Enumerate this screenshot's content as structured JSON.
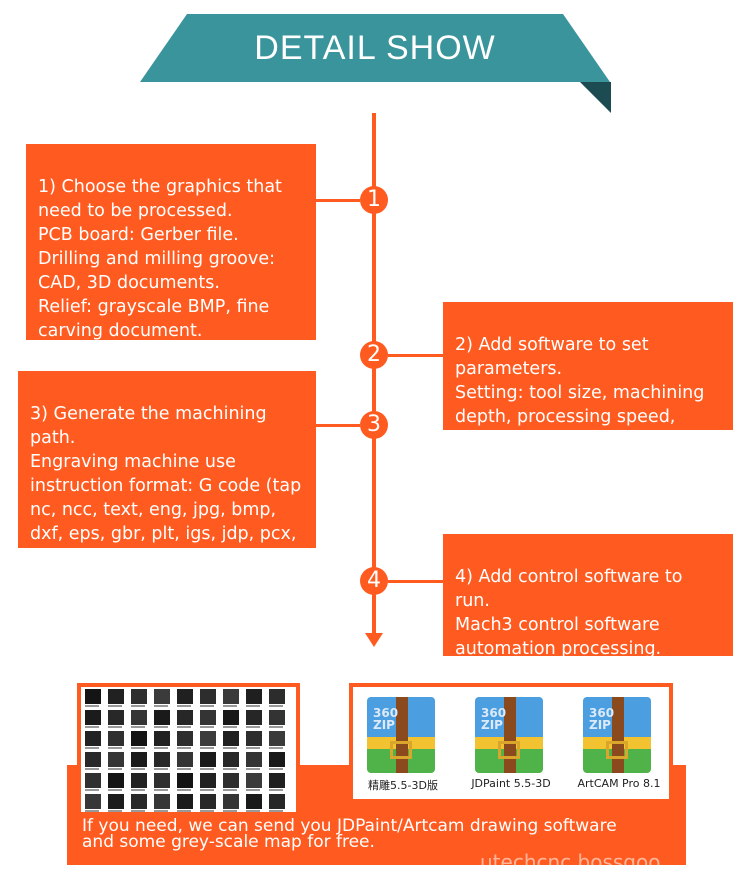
{
  "header": {
    "title": "DETAIL SHOW"
  },
  "colors": {
    "accent": "#ff5b20",
    "banner": "#3a949c",
    "banner_fold": "#1d4b52"
  },
  "steps": [
    {
      "number": "1",
      "text": "1) Choose the graphics that need to be processed.\nPCB board: Gerber file.\nDrilling and milling groove: CAD, 3D documents.\nRelief: grayscale BMP, fine carving document.\nHand: stereo STL file."
    },
    {
      "number": "2",
      "text": "2) Add software to set parameters.\nSetting: tool size, machining depth, processing speed, blank size, etc."
    },
    {
      "number": "3",
      "text": "3) Generate the machining path.\nEngraving machine use instruction format: G code (tap nc, ncc, text, eng, jpg, bmp, dxf, eps, gbr, plt, igs, jdp, pcx, png, stl, tif, txt, wrl, dat)"
    },
    {
      "number": "4",
      "text": "4) Add control software to run.\nMach3 control software automation processing."
    }
  ],
  "apps": [
    {
      "icon": "zip-archive-icon",
      "badge": "360\nZIP",
      "name": "精雕5.5-3D版"
    },
    {
      "icon": "zip-archive-icon",
      "badge": "360\nZIP",
      "name": "JDPaint 5.5-3D"
    },
    {
      "icon": "zip-archive-icon",
      "badge": "360\nZIP",
      "name": "ArtCAM Pro 8.1"
    }
  ],
  "footer": {
    "text": "If you need, we can send you JDPaint/Artcam drawing software and some grey-scale map for free.",
    "watermark": "utechcnc.bossgoo"
  }
}
